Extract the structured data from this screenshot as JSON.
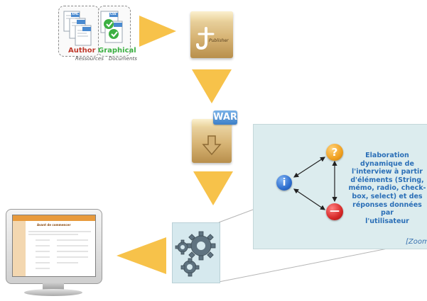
{
  "resources": {
    "author_label": "Author",
    "graphical_label": "Graphical",
    "resources_caption": "Ressources",
    "documents_caption": "Documents",
    "file_tag_1": "XML",
    "file_tag_2": "CSS"
  },
  "publisher": {
    "label": "Publisher"
  },
  "war": {
    "tag": "WAR"
  },
  "interview_panel": {
    "description": "Elaboration\ndynamique de\nl'interview à partir\nd'éléments (String,\nmémo, radio, check-\nbox, select) et des\nréponses données par\nl'utilisateur",
    "zoom": "[Zoom",
    "info_symbol": "i",
    "question_symbol": "?",
    "stop_symbol": "—"
  },
  "monitor_screen": {
    "page_heading": "Avant de commencer"
  },
  "colors": {
    "arrow": "#f7c24a",
    "author": "#c0392b",
    "graphical": "#3cb043",
    "description_text": "#2b6fb7",
    "info_circle": "#2f6fcf",
    "question_circle": "#f0a020",
    "stop_circle": "#d62828"
  },
  "icons": [
    "document-stack-icon",
    "package-box-icon",
    "war-archive-icon",
    "gears-icon",
    "monitor-icon"
  ]
}
